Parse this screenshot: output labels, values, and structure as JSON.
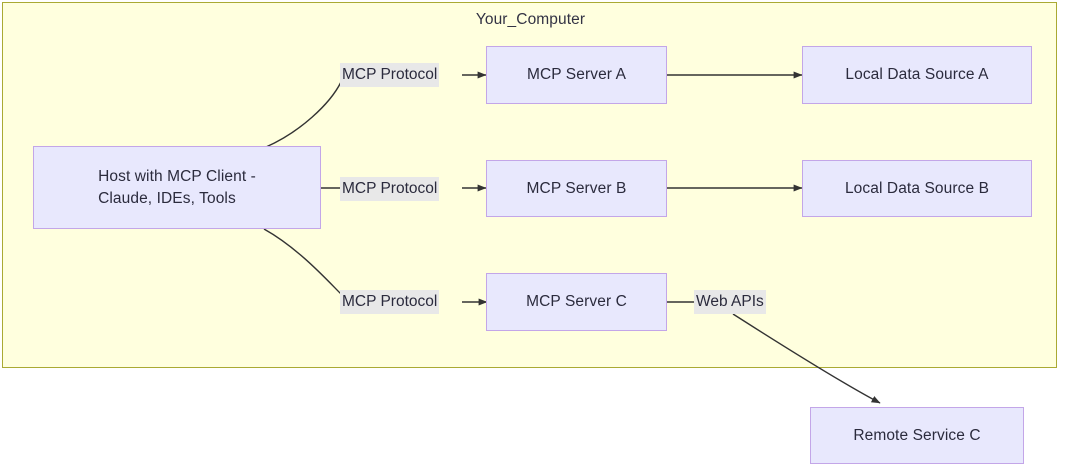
{
  "diagram": {
    "type": "flowchart",
    "title": "Your_Computer",
    "container": {
      "label": "Your_Computer",
      "fill_color": "#ffffde",
      "border_color": "#aaaa33"
    },
    "node_style": {
      "fill_color": "#e8e8fd",
      "border_color": "#c3a6e8",
      "text_color": "#2b2b3d"
    },
    "edge_label_style": {
      "background_color": "#e8e8e8",
      "text_color": "#2b2b3d"
    },
    "edge_color": "#333333",
    "nodes": [
      {
        "id": "host",
        "label": "Host with MCP Client -\nClaude, IDEs, Tools",
        "inside_container": true
      },
      {
        "id": "server_a",
        "label": "MCP Server A",
        "inside_container": true
      },
      {
        "id": "server_b",
        "label": "MCP Server B",
        "inside_container": true
      },
      {
        "id": "server_c",
        "label": "MCP Server C",
        "inside_container": true
      },
      {
        "id": "source_a",
        "label": "Local Data Source A",
        "inside_container": true
      },
      {
        "id": "source_b",
        "label": "Local Data Source B",
        "inside_container": true
      },
      {
        "id": "remote_c",
        "label": "Remote Service C",
        "inside_container": false
      }
    ],
    "edges": [
      {
        "from": "host",
        "to": "server_a",
        "label": "MCP Protocol"
      },
      {
        "from": "host",
        "to": "server_b",
        "label": "MCP Protocol"
      },
      {
        "from": "host",
        "to": "server_c",
        "label": "MCP Protocol"
      },
      {
        "from": "server_a",
        "to": "source_a",
        "label": ""
      },
      {
        "from": "server_b",
        "to": "source_b",
        "label": ""
      },
      {
        "from": "server_c",
        "to": "remote_c",
        "label": "Web APIs"
      }
    ],
    "labels": {
      "proto_a": "MCP Protocol",
      "proto_b": "MCP Protocol",
      "proto_c": "MCP Protocol",
      "web_apis": "Web APIs"
    }
  }
}
